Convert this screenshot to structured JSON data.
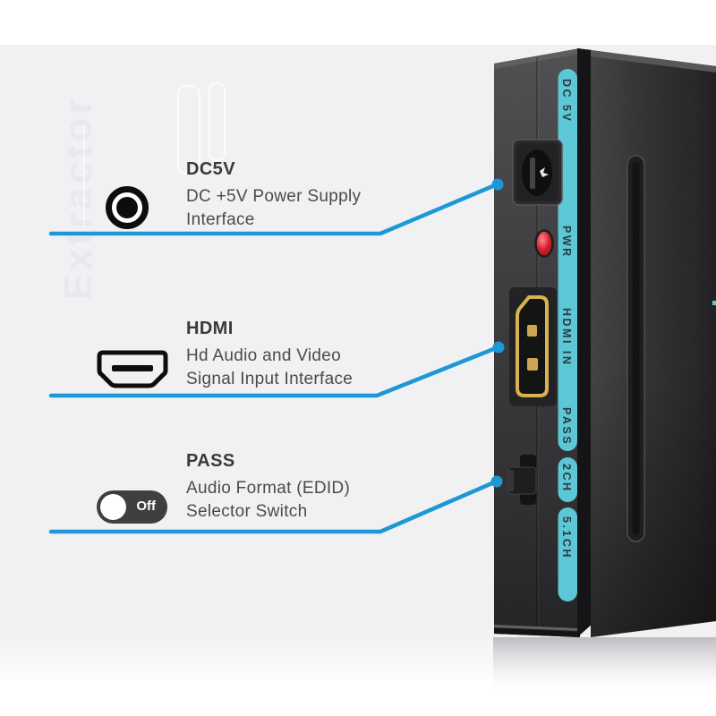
{
  "watermark": "Extractor",
  "callouts": [
    {
      "title": "DC5V",
      "line1": "DC +5V Power Supply",
      "line2": "Interface",
      "icon": "dc-power-jack-icon"
    },
    {
      "title": "HDMI",
      "line1": "Hd Audio and Video",
      "line2": "Signal Input Interface",
      "icon": "hdmi-port-icon"
    },
    {
      "title": "PASS",
      "line1": "Audio Format (EDID)",
      "line2": "Selector Switch",
      "icon": "toggle-switch-icon",
      "toggle_state": "Off"
    }
  ],
  "device": {
    "panel_labels": [
      "DC 5V",
      "PWR",
      "HDMI IN",
      "PASS",
      "2CH",
      "5.1CH"
    ]
  },
  "colors": {
    "accent_blue": "#1d98d5",
    "strip_teal": "#57c5d5",
    "led_red": "#c8102e",
    "hdmi_gold": "#d7b04a"
  }
}
